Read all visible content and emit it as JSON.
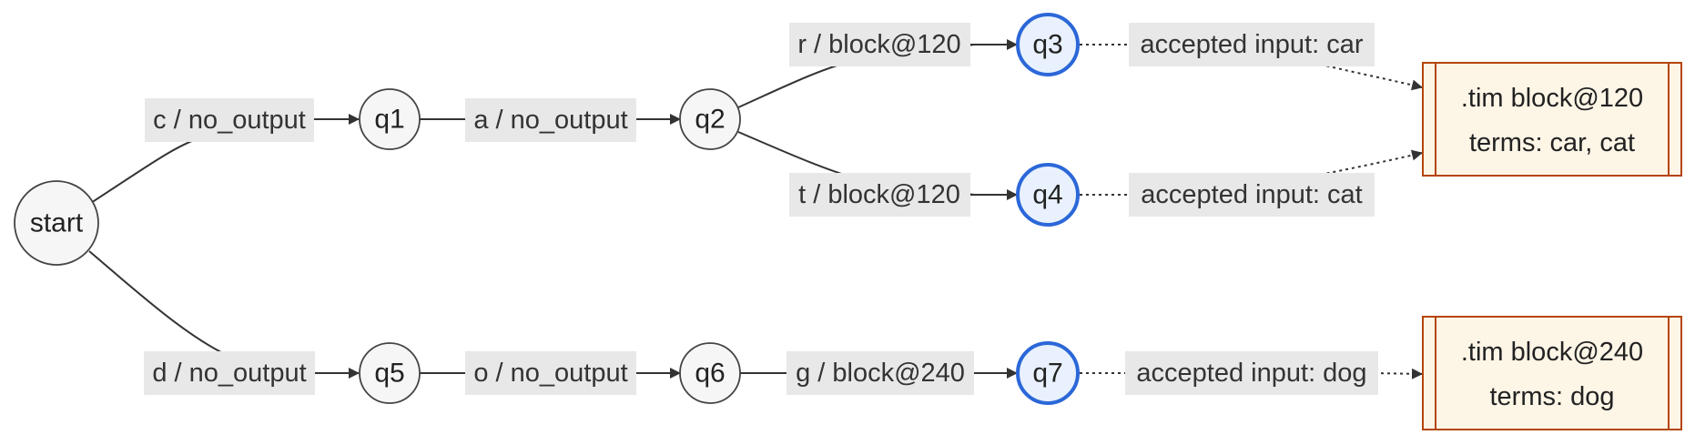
{
  "nodes": {
    "start": "start",
    "q1": "q1",
    "q2": "q2",
    "q3": "q3",
    "q4": "q4",
    "q5": "q5",
    "q6": "q6",
    "q7": "q7"
  },
  "edges": {
    "start_q1": "c / no_output",
    "q1_q2": "a / no_output",
    "q2_q3": "r / block@120",
    "q2_q4": "t / block@120",
    "start_q5": "d / no_output",
    "q5_q6": "o / no_output",
    "q6_q7": "g / block@240"
  },
  "accept_labels": {
    "q3": "accepted input: car",
    "q4": "accepted input: cat",
    "q7": "accepted input: dog"
  },
  "blocks": {
    "block120": {
      "title": ".tim block@120",
      "terms": "terms: car, cat"
    },
    "block240": {
      "title": ".tim block@240",
      "terms": "terms: dog"
    }
  },
  "colors": {
    "accept_stroke": "#2b67d8",
    "accept_fill": "#e8f1fd",
    "block_stroke": "#b5450a",
    "block_fill": "#fdf5e6",
    "label_bg": "#e8e8e8"
  }
}
